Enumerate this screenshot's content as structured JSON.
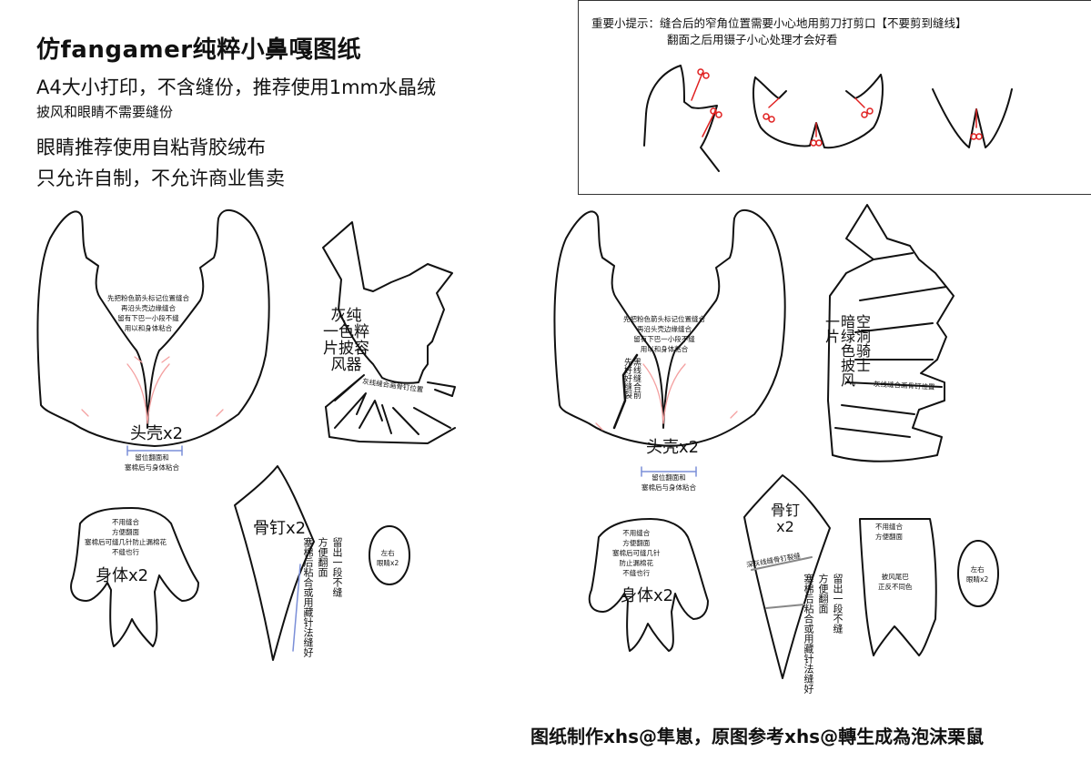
{
  "header": {
    "title": "仿fangamer纯粹小鼻嘎图纸",
    "line1": "A4大小打印，不含缝份，推荐使用1mm水晶绒",
    "line2": "披风和眼睛不需要缝份",
    "line3": "眼睛推荐使用自粘背胶绒布",
    "line4": "只允许自制，不允许商业售卖"
  },
  "tip": {
    "line1": "重要小提示：缝合后的窄角位置需要小心地用剪刀打剪口【不要剪到缝线】",
    "line2": "翻面之后用镊子小心处理才会好看"
  },
  "left": {
    "head_note": "先把粉色箭头标记位置缝合\n再沿头壳边缘缝合\n留有下巴一小段不缝\n用以和身体粘合",
    "head_label": "头壳x2",
    "head_gap_note": "留位翻面和\n塞棉后与身体粘合",
    "cape_title": "灰纯\n一色粹\n片披容\n风器",
    "cape_edge": "灰线缝合画骨钉位置",
    "body_note": "不用缝合\n方便翻面\n塞棉后可缝几针防止漏棉花\n不缝也行",
    "body_label": "身体x2",
    "spike_label": "骨钉x2",
    "spike_note": "留出一段不缝\n方便翻面\n塞棉后粘合或用藏针法缝好",
    "eye_label": "左右\n眼睛x2"
  },
  "right": {
    "head_note": "先把粉色箭头标记位置缝合\n再沿头壳边缘缝合\n留有下巴一小段不缝\n用以和身体粘合",
    "black_line_note": "黑线缝合前先好好缝裂",
    "head_label": "头壳x2",
    "head_gap_note": "留位翻面和\n塞棉后与身体粘合",
    "cape_title": "空洞骑士\n暗绿色披风\n一片",
    "cape_edge": "灰线缝合画骨钉位置",
    "body_note": "不用缝合\n方便翻面\n塞棉后可缝几针\n防止漏棉花\n不缝也行",
    "body_label": "身体x2",
    "spike_label": "骨钉\nx2",
    "spike_line_note": "深灰线缝骨钉裂缝",
    "spike_note": "留出一段不缝\n方便翻面\n塞棉后粘合或用藏针法缝好",
    "tail_note": "不用缝合\n方便翻面",
    "tail_label": "披风尾巴\n正反不同色",
    "eye_label": "左右\n眼睛x2"
  },
  "footer": {
    "credit": "图纸制作xhs@隼崽，原图参考xhs@轉生成為泡沫栗鼠"
  },
  "colors": {
    "outline": "#111111",
    "arrow_pink": "#f4a0a0",
    "arrow_blue": "#7b8fd8",
    "scissor_red": "#e02020",
    "line_gray": "#888888"
  }
}
